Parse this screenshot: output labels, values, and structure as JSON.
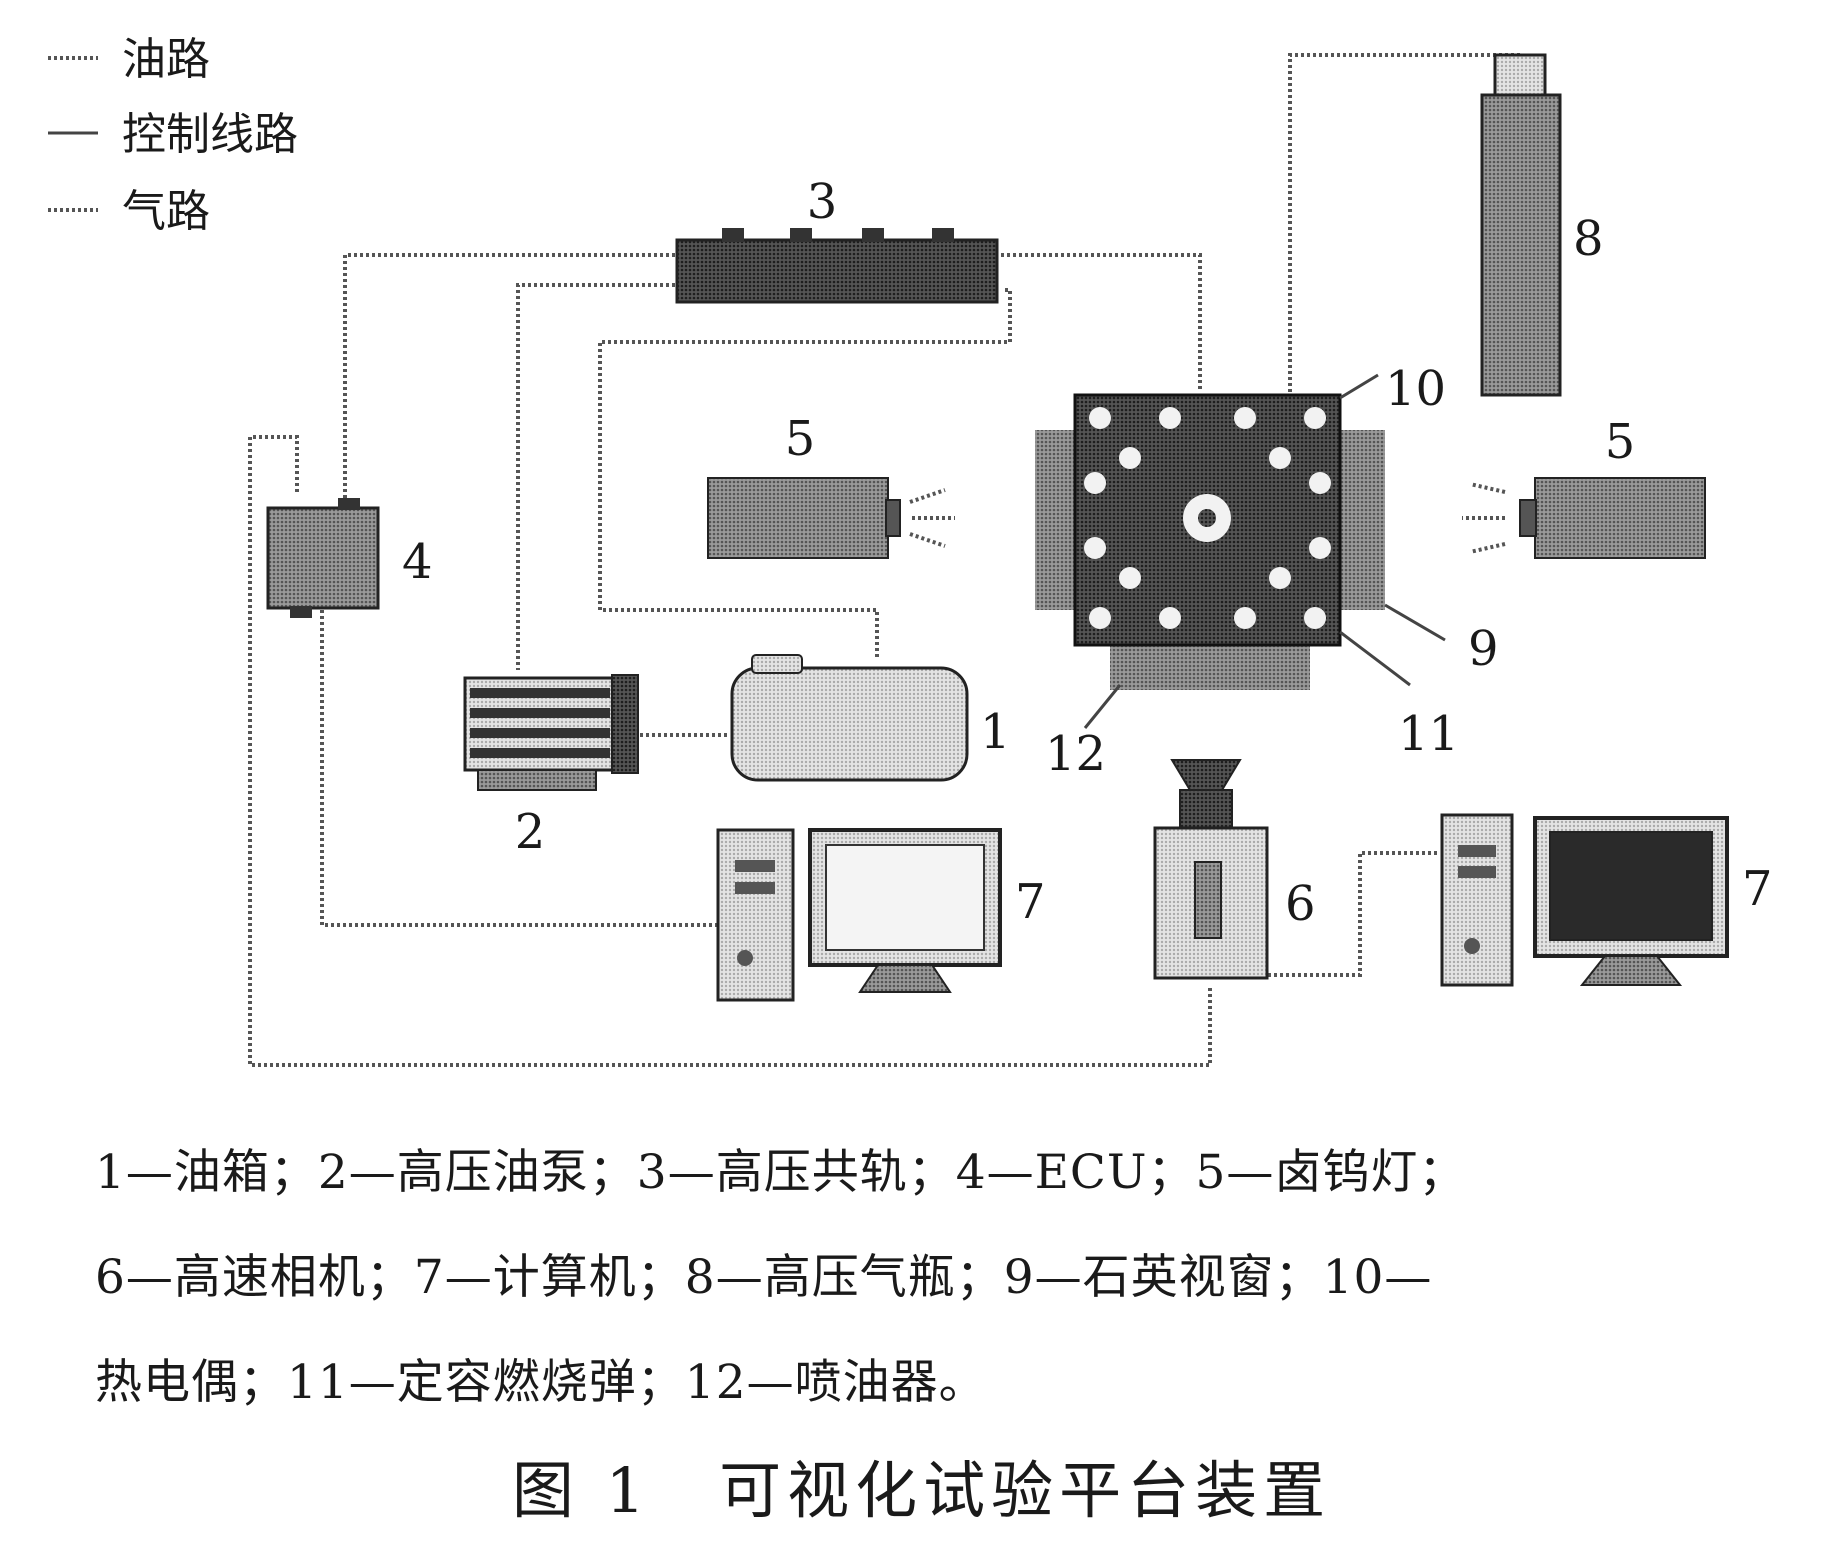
{
  "legend": {
    "items": [
      {
        "label": "油路"
      },
      {
        "label": "控制线路"
      },
      {
        "label": "气路"
      }
    ]
  },
  "component_numbers": {
    "fuel_tank": "1",
    "high_pressure_pump": "2",
    "common_rail": "3",
    "ecu": "4",
    "halogen_lamp": "5",
    "high_speed_camera": "6",
    "computer": "7",
    "gas_cylinder": "8",
    "quartz_window": "9",
    "thermocouple": "10",
    "combustion_bomb": "11",
    "injector": "12"
  },
  "caption": {
    "line1": "1—油箱；2—高压油泵；3—高压共轨；4—ECU；5—卤钨灯；",
    "line2": "6—高速相机；7—计算机；8—高压气瓶；9—石英视窗；10—",
    "line3": "热电偶；11—定容燃烧弹；12—喷油器。"
  },
  "figure_title": "图 1　可视化试验平台装置",
  "colors": {
    "dark_fill": "#2b2b2b",
    "mid_fill": "#7a7a7a",
    "light_fill": "#c8c8c8",
    "line": "#555555"
  }
}
